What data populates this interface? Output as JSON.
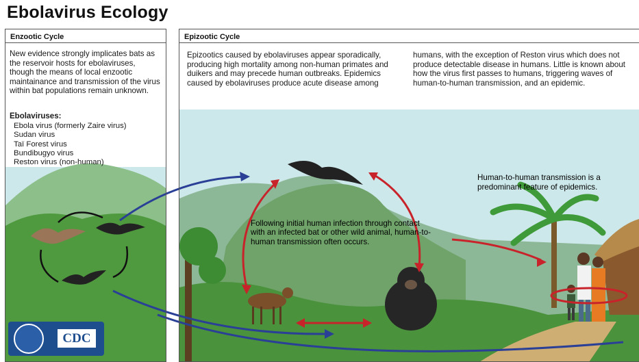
{
  "title": "Ebolavirus Ecology",
  "left_panel": {
    "heading": "Enzootic Cycle",
    "intro": "New evidence strongly implicates bats as the reservoir hosts for ebolaviruses, though the means of local enzootic maintainance and transmission of the virus within bat populations remain unknown.",
    "list_title": "Ebolaviruses:",
    "viruses": [
      "Ebola virus (formerly Zaire virus)",
      "Sudan virus",
      "Taï Forest virus",
      "Bundibugyo virus",
      "Reston virus (non-human)"
    ]
  },
  "right_panel": {
    "heading": "Epizootic Cycle",
    "col1": "Epizootics caused by ebolaviruses appear sporadically, producing high mortality among non-human primates and duikers and may precede human outbreaks. Epidemics caused by ebolaviruses produce acute disease among",
    "col2": "humans, with the exception of Reston virus which does not produce detectable disease in humans. Little is known about how the virus first passes to humans, triggering waves of human-to-human transmission, and an epidemic.",
    "annotation_center": "Following initial human infection through contact with an infected bat or other wild animal, human-to-human transmission often occurs.",
    "annotation_right": "Human-to-human transmission is a predominant feature of epidemics."
  },
  "logo": {
    "text": "CDC"
  },
  "colors": {
    "sky": "#c9e6ea",
    "hill": "#5f9a4a",
    "hill_far": "#8fb99a",
    "grass": "#3f8f3a",
    "path": "#c8a36a",
    "blue_arrow": "#2a3f96",
    "red_arrow": "#c8232b",
    "bat": "#222222",
    "logo_blue": "#1f4e8f"
  }
}
